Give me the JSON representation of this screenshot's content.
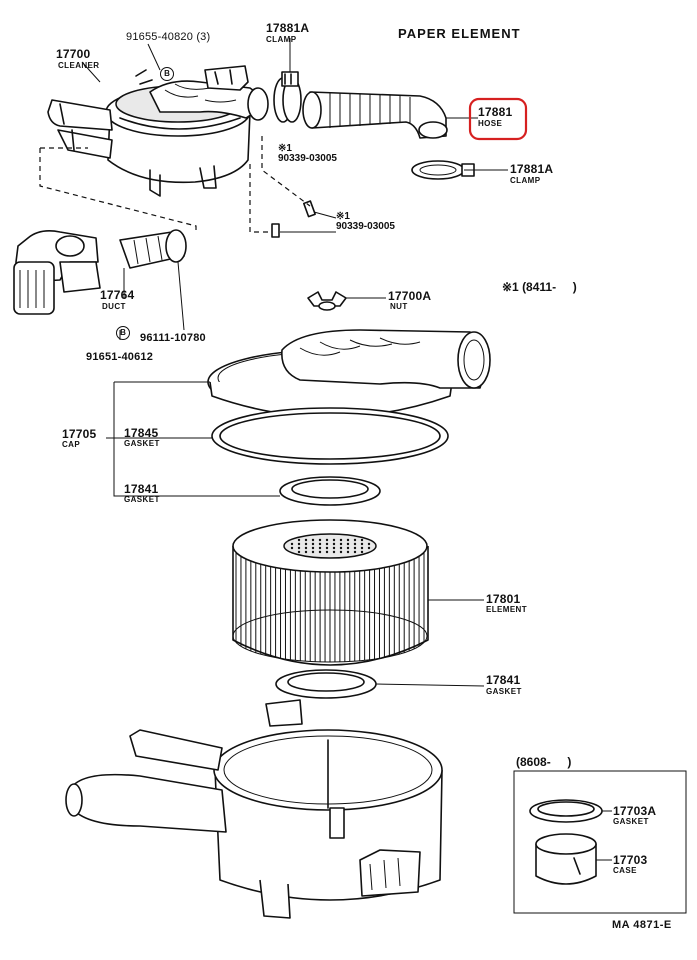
{
  "header": {
    "title": "PAPER ELEMENT"
  },
  "parts": {
    "p17700": {
      "num": "17700",
      "name": "CLEANER"
    },
    "p91655": {
      "num": "91655-40820",
      "qty": "(3)"
    },
    "p17881A_top": {
      "num": "17881A",
      "name": "CLAMP"
    },
    "p17881_hose": {
      "num": "17881",
      "name": "HOSE"
    },
    "p17881A_right": {
      "num": "17881A",
      "name": "CLAMP"
    },
    "p90339_a": {
      "mark": "※1",
      "num": "90339-03005"
    },
    "p90339_b": {
      "mark": "※1",
      "num": "90339-03005"
    },
    "p17764": {
      "num": "17764",
      "name": "DUCT"
    },
    "p96111": {
      "num": "96111-10780"
    },
    "p91651": {
      "num": "91651-40612"
    },
    "p17700A": {
      "num": "17700A",
      "name": "NUT"
    },
    "p17705": {
      "num": "17705",
      "name": "CAP"
    },
    "p17845": {
      "num": "17845",
      "name": "GASKET"
    },
    "p17841_a": {
      "num": "17841",
      "name": "GASKET"
    },
    "p17801": {
      "num": "17801",
      "name": "ELEMENT"
    },
    "p17841_b": {
      "num": "17841",
      "name": "GASKET"
    },
    "p17703A": {
      "num": "17703A",
      "name": "GASKET"
    },
    "p17703": {
      "num": "17703",
      "name": "CASE"
    }
  },
  "notes": {
    "series_note": "※1 (8411-     )",
    "inset_note": "(8608-     )",
    "bolt_marker": "B",
    "drawing_id": "MA 4871-E"
  },
  "highlight": {
    "color": "#d62020",
    "target": "17881 HOSE"
  }
}
